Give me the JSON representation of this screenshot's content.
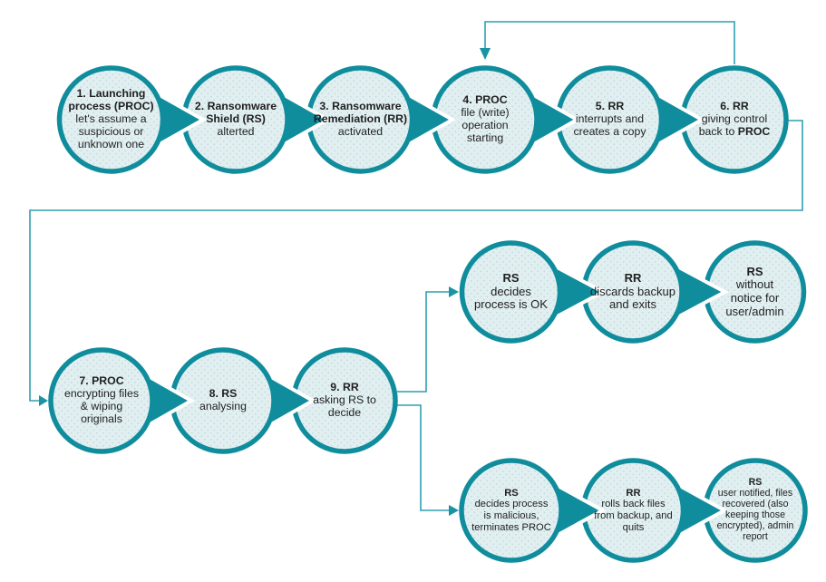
{
  "diagram": {
    "rows": [
      {
        "id": "top",
        "nodes": [
          {
            "title": "1. Launching process (PROC)",
            "body": "let's assume a suspicious or unknown one"
          },
          {
            "title": "2. Ransomware Shield (RS)",
            "body": "alterted"
          },
          {
            "title": "3. Ransomware Remediation (RR)",
            "body": "activated"
          },
          {
            "title": "4. PROC",
            "body": "file (write) operation starting"
          },
          {
            "title": "5. RR",
            "body": "interrupts and creates a copy"
          },
          {
            "title": "6. RR",
            "body": "giving control back to",
            "body_bold": "PROC"
          }
        ]
      },
      {
        "id": "second",
        "nodes": [
          {
            "title": "7. PROC",
            "body": "encrypting files & wiping originals"
          },
          {
            "title": "8. RS",
            "body": "analysing"
          },
          {
            "title": "9. RR",
            "body": "asking RS to decide"
          }
        ]
      },
      {
        "id": "ok",
        "nodes": [
          {
            "title": "RS",
            "body": "decides process is OK"
          },
          {
            "title": "RR",
            "body": "discards backup and exits"
          },
          {
            "title": "RS",
            "body": "without notice for user/admin"
          }
        ]
      },
      {
        "id": "malicious",
        "nodes": [
          {
            "title": "RS",
            "body": "decides process is malicious, terminates PROC"
          },
          {
            "title": "RR",
            "body": "rolls back files from backup, and quits"
          },
          {
            "title": "RS",
            "body": "user notified, files recovered (also keeping those encrypted), admin report"
          }
        ]
      }
    ],
    "colors": {
      "shape_teal": "#108d9d",
      "node_fill": "#e2eff1",
      "node_dot": "#c2dbe0",
      "connector": "#2e9faf",
      "arrowhead": "#1a93a3",
      "text": "#1f1f1f",
      "background": "#ffffff"
    }
  }
}
